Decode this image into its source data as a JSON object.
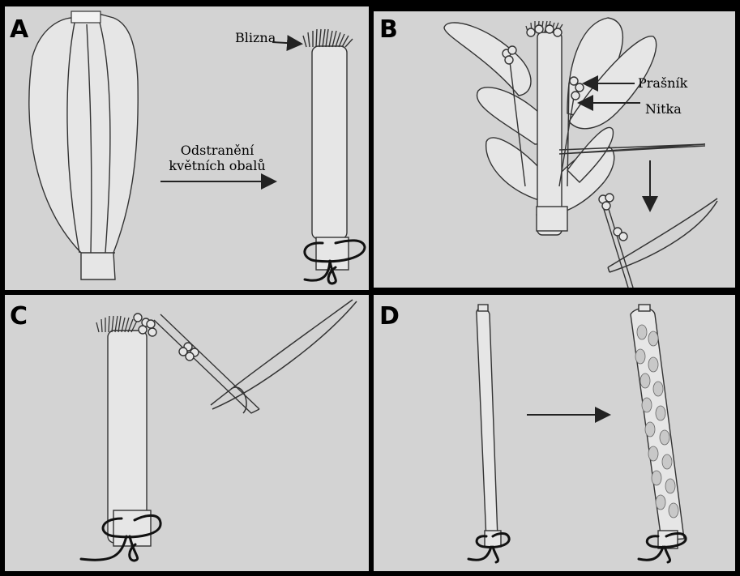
{
  "panels": [
    {
      "id": "A",
      "letter": "A"
    },
    {
      "id": "B",
      "letter": "B"
    },
    {
      "id": "C",
      "letter": "C"
    },
    {
      "id": "D",
      "letter": "D"
    }
  ],
  "labels": {
    "stigma": "Blizna",
    "step_line1": "Odstranění",
    "step_line2": "květních obalů",
    "anther": "Prašník",
    "filament": "Nitka"
  },
  "colors": {
    "panel_bg": "#d3d3d3",
    "border": "#000000",
    "part_fill": "#e6e6e6",
    "outline": "#333333"
  }
}
